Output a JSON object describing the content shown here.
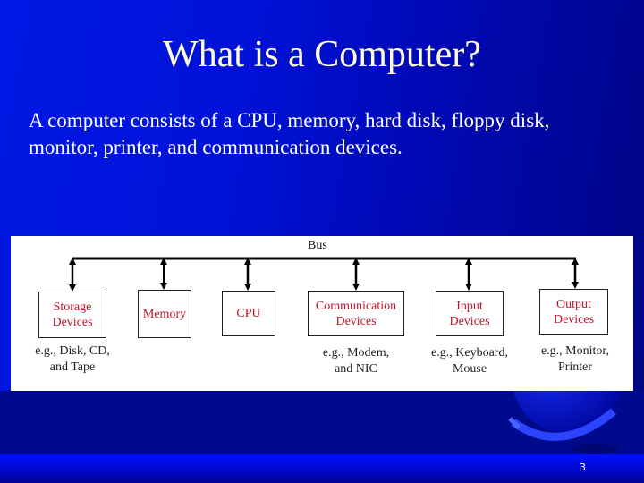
{
  "slide": {
    "title": "What is a Computer?",
    "body_line_1": "A computer consists of a CPU, memory, hard disk, floppy disk,",
    "body_line_2": "monitor, printer, and communication devices.",
    "page_number": "3",
    "colors": {
      "background_light": "#0018e6",
      "background_dark": "#000580",
      "title": "#fffbd0",
      "body_text": "#ffffff",
      "component_label": "#c0142a"
    },
    "decoration": "globe-icon"
  },
  "diagram": {
    "bus_label": "Bus",
    "components": [
      {
        "label_line_1": "Storage",
        "label_line_2": "Devices",
        "example_line_1": "e.g., Disk, CD,",
        "example_line_2": "and Tape"
      },
      {
        "label_line_1": "Memory",
        "label_line_2": "",
        "example_line_1": "",
        "example_line_2": ""
      },
      {
        "label_line_1": "CPU",
        "label_line_2": "",
        "example_line_1": "",
        "example_line_2": ""
      },
      {
        "label_line_1": "Communication",
        "label_line_2": "Devices",
        "example_line_1": "e.g., Modem,",
        "example_line_2": "and NIC"
      },
      {
        "label_line_1": "Input",
        "label_line_2": "Devices",
        "example_line_1": "e.g., Keyboard,",
        "example_line_2": "Mouse"
      },
      {
        "label_line_1": "Output",
        "label_line_2": "Devices",
        "example_line_1": "e.g., Monitor,",
        "example_line_2": "Printer"
      }
    ]
  }
}
